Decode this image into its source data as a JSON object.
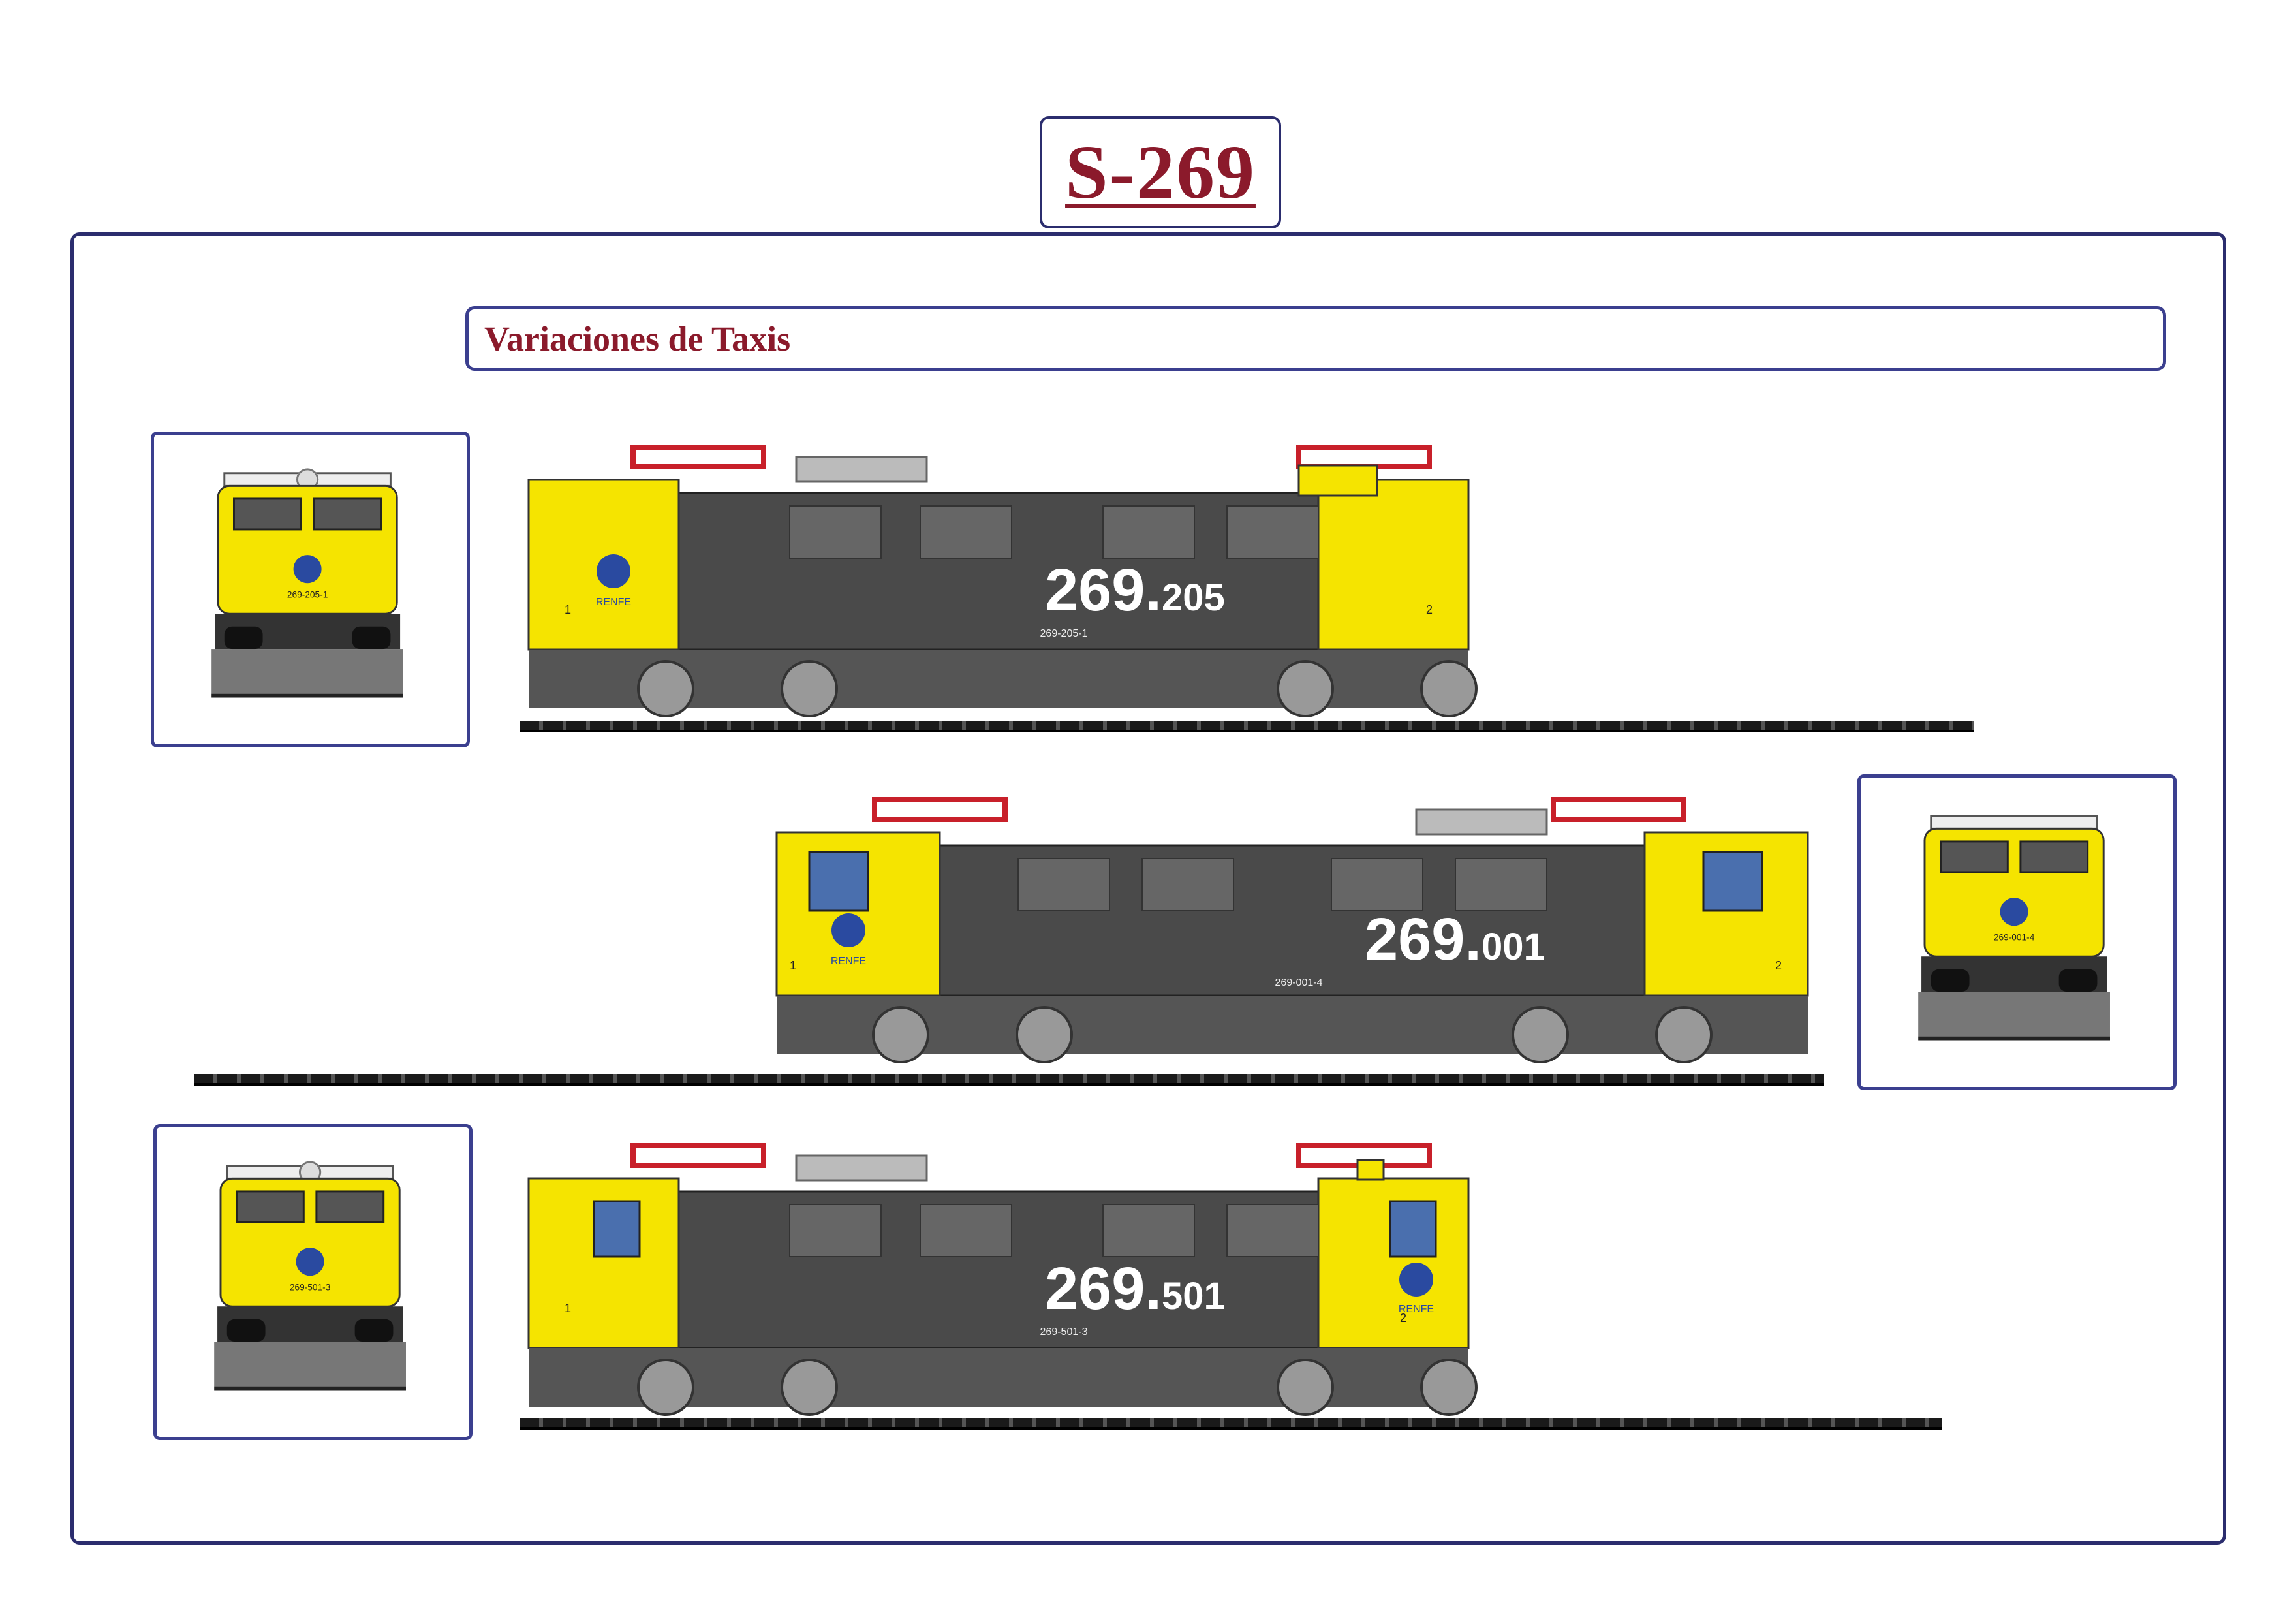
{
  "page": {
    "title": "S-269",
    "subtitle": "Variaciones de Taxis"
  },
  "colors": {
    "title": "#8b1a2b",
    "frame_border": "#2b2d6e",
    "loco_yellow": "#f5e400",
    "loco_grey": "#4a4a4a",
    "pantograph_red": "#c8202a"
  },
  "locomotives": [
    {
      "number_main": "269.",
      "number_suffix": "205",
      "plate": "269-205-1",
      "end_left": "1",
      "end_right": "2",
      "brand": "RENFE",
      "front_plate": "269-205-1"
    },
    {
      "number_main": "269.",
      "number_suffix": "001",
      "plate": "269-001-4",
      "end_left": "1",
      "end_right": "2",
      "brand": "RENFE",
      "front_plate": "269-001-4"
    },
    {
      "number_main": "269.",
      "number_suffix": "501",
      "plate": "269-501-3",
      "end_left": "1",
      "end_right": "2",
      "brand": "RENFE",
      "front_plate": "269-501-3"
    }
  ]
}
